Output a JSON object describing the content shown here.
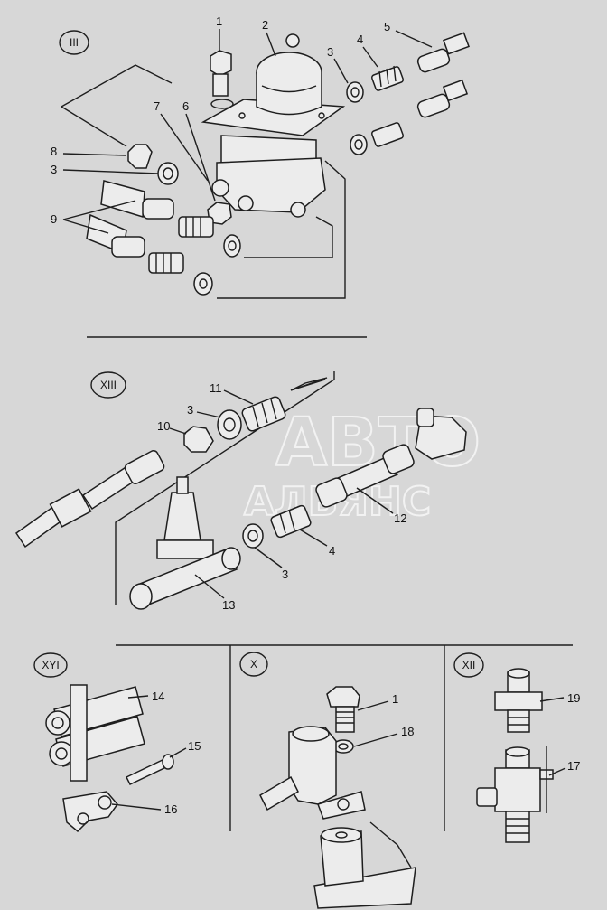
{
  "watermark": {
    "line1": "АВТО",
    "line2": "АЛЬЯНС"
  },
  "sections": {
    "s3": {
      "label": "III"
    },
    "s13": {
      "label": "XIII"
    },
    "s16": {
      "label": "XYI"
    },
    "s10": {
      "label": "X"
    },
    "s12": {
      "label": "XII"
    }
  },
  "callouts": {
    "c1a": "1",
    "c2": "2",
    "c3a": "3",
    "c4a": "4",
    "c5": "5",
    "c7": "7",
    "c6": "6",
    "c8": "8",
    "c3b": "3",
    "c9": "9",
    "c11": "11",
    "c3c": "3",
    "c10": "10",
    "c12": "12",
    "c4b": "4",
    "c3d": "3",
    "c13": "13",
    "c14": "14",
    "c15": "15",
    "c16": "16",
    "c1b": "1",
    "c18": "18",
    "c19": "19",
    "c17": "17"
  },
  "colors": {
    "background": "#d7d7d7",
    "line": "#1e1e1e",
    "part_fill": "#ececec",
    "watermark": "#f2f2f2"
  }
}
